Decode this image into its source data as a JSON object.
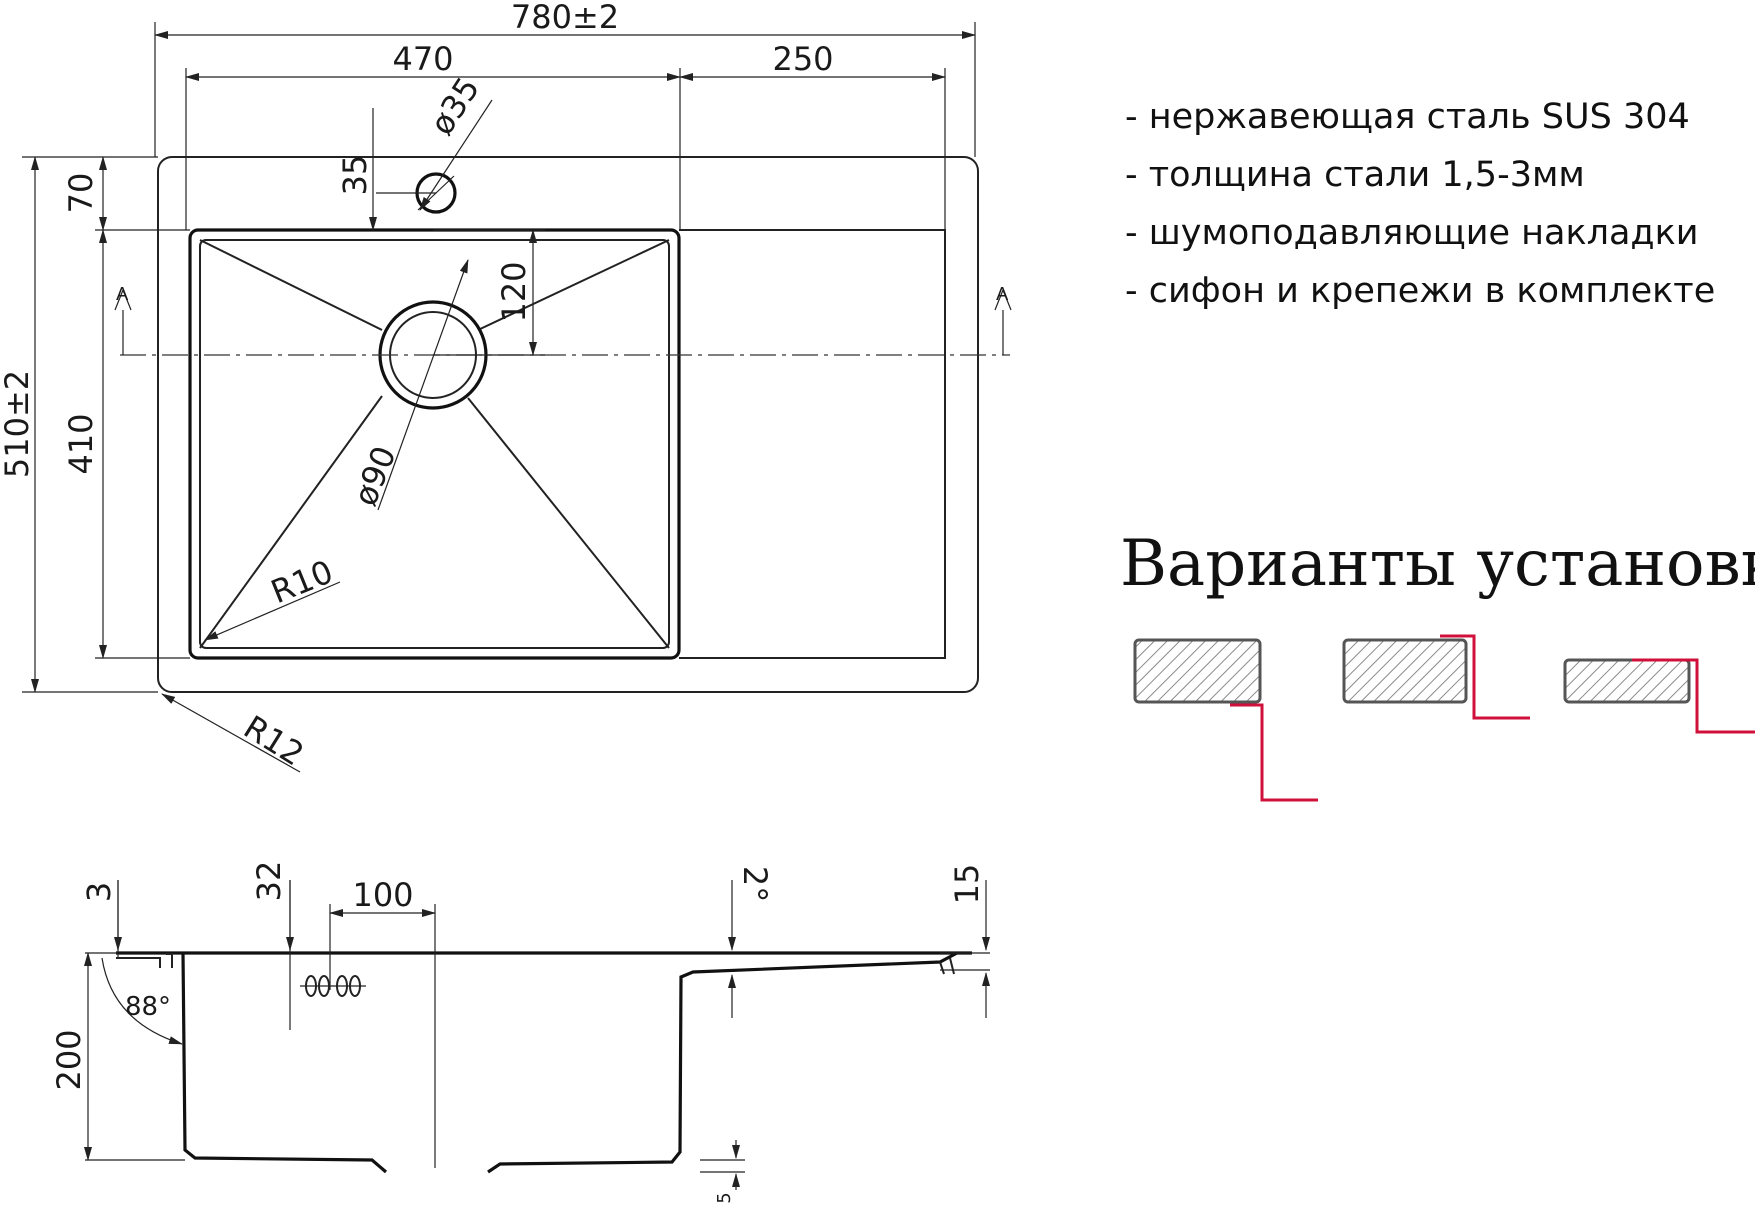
{
  "dimensions": {
    "overall_width": "780±2",
    "bowl_width": "470",
    "drainboard_width": "250",
    "overall_depth": "510±2",
    "rear_offset": "70",
    "bowl_depth": "410",
    "faucet_offset": "35",
    "faucet_hole": "ø35",
    "drain_offset": "120",
    "drain_diameter": "ø90",
    "inner_radius": "R10",
    "outer_radius": "R12",
    "section_label": "A"
  },
  "section": {
    "rim_thickness": "3",
    "overflow_offset": "32",
    "overflow_span": "100",
    "slope": "2°",
    "rim_height": "15",
    "bowl_height": "200",
    "wall_angle": "88°",
    "bottom_step": "5"
  },
  "features": [
    "- нержавеющая сталь SUS 304",
    "- толщина стали 1,5-3мм",
    "- шумоподавляющие накладки",
    "- сифон и крепежи в комплекте"
  ],
  "install": {
    "title": "Варианты установки",
    "accent_color": "#d0103a",
    "variants": [
      "undermount",
      "flush",
      "overmount"
    ]
  }
}
